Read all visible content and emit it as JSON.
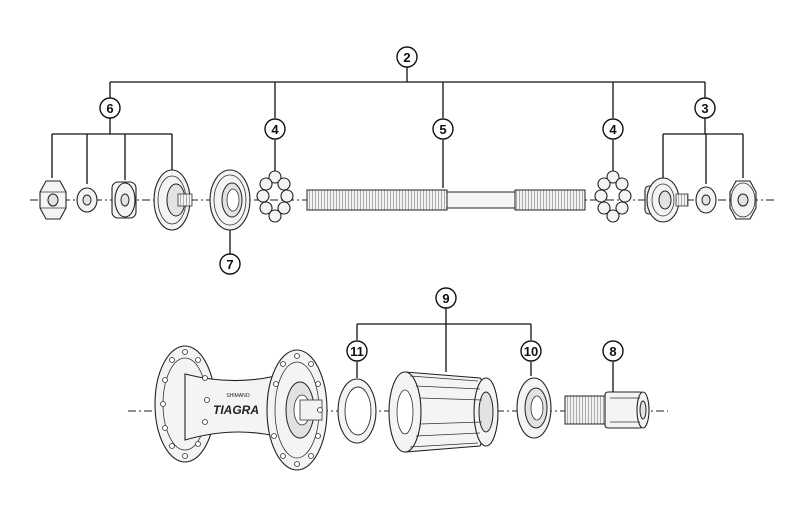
{
  "callouts": {
    "c2": "2",
    "c3": "3",
    "c4a": "4",
    "c4b": "4",
    "c5": "5",
    "c6": "6",
    "c7": "7",
    "c8": "8",
    "c9": "9",
    "c10": "10",
    "c11": "11"
  },
  "hub": {
    "brand_small": "SHIMANO",
    "brand_large": "TIAGRA"
  }
}
